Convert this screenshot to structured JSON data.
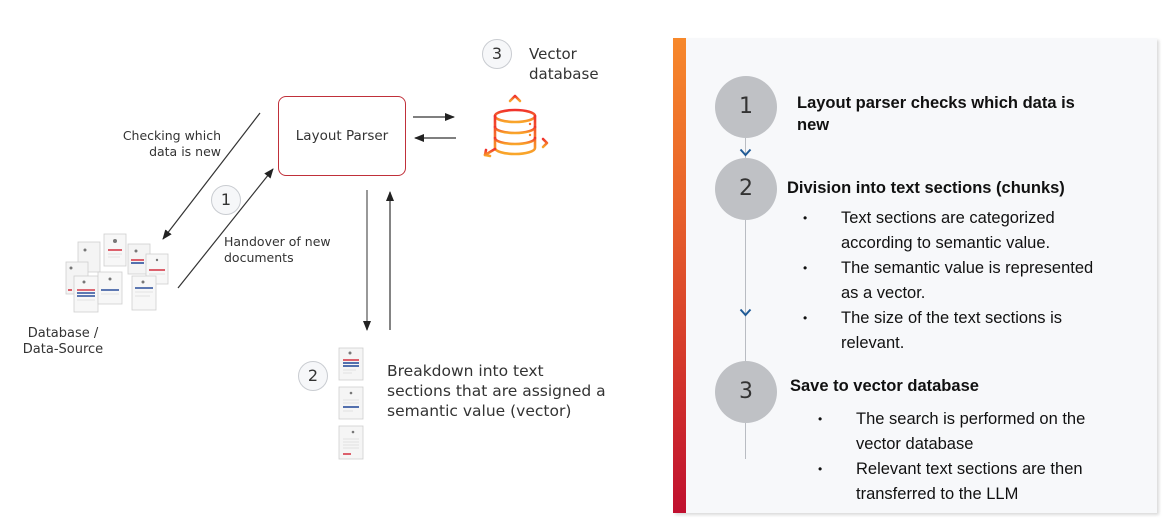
{
  "diagram": {
    "source": {
      "label_line1": "Database /",
      "label_line2": "Data-Source",
      "icon": "documents-stack-icon"
    },
    "arrow_labels": {
      "checking_line1": "Checking which",
      "checking_line2": "data is new",
      "handover_line1": "Handover of new",
      "handover_line2": "documents"
    },
    "layout_parser": {
      "label": "Layout Parser"
    },
    "steps": [
      {
        "number": "1"
      },
      {
        "number": "2",
        "text_line1": "Breakdown into text",
        "text_line2": "sections that are assigned a",
        "text_line3": "semantic value (vector)"
      },
      {
        "number": "3",
        "text_line1": "Vector",
        "text_line2": "database"
      }
    ],
    "vector_db_icon": "database-arrows-icon",
    "chunk_icon": "document-chunk-icon"
  },
  "panel": {
    "accent_gradient": [
      "#f7882b",
      "#c0102f"
    ],
    "steps": [
      {
        "number": "1",
        "title_line1": "Layout parser checks which data is",
        "title_line2": "new",
        "bullets": []
      },
      {
        "number": "2",
        "title": "Division into text sections (chunks)",
        "bullets": [
          {
            "line1": "Text sections are categorized",
            "line2": "according to semantic value."
          },
          {
            "line1": "The semantic value is represented",
            "line2": "as a vector."
          },
          {
            "line1": "The size of the text sections is",
            "line2": "relevant."
          }
        ]
      },
      {
        "number": "3",
        "title": "Save to vector database",
        "bullets": [
          {
            "line1": "The search is performed on the",
            "line2": "vector database"
          },
          {
            "line1": "Relevant text sections are then",
            "line2": "transferred to the LLM"
          }
        ]
      }
    ],
    "bullet_char": "•"
  }
}
